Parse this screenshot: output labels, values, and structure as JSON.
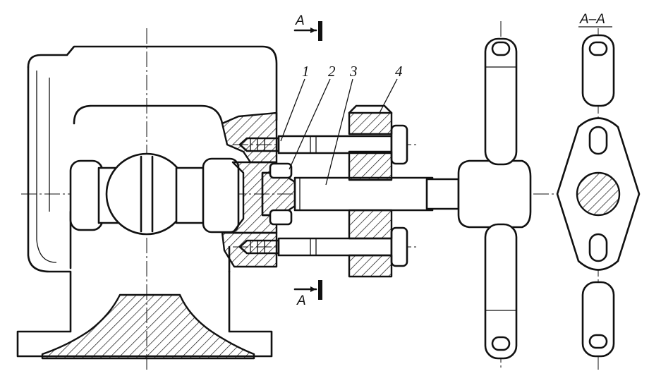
{
  "labels": {
    "part_1": "1",
    "part_2": "2",
    "part_3": "3",
    "part_4": "4"
  },
  "section": {
    "marker_top": "A",
    "marker_bottom": "A",
    "view_title": "A–A"
  },
  "colors": {
    "line": "#111111",
    "background": "#ffffff"
  }
}
